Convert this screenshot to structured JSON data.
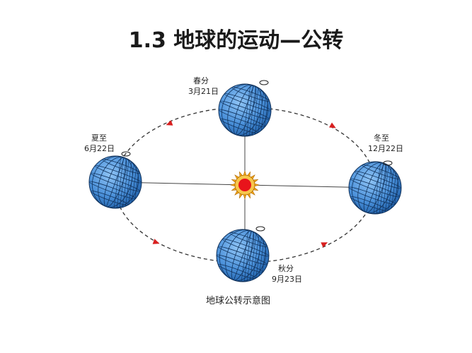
{
  "title": "1.3 地球的运动—公转",
  "caption": "地球公转示意图",
  "positions": {
    "spring": {
      "term": "春分",
      "date": "3月21日"
    },
    "summer": {
      "term": "夏至",
      "date": "6月22日"
    },
    "autumn": {
      "term": "秋分",
      "date": "9月23日"
    },
    "winter": {
      "term": "冬至",
      "date": "12月22日"
    }
  },
  "colors": {
    "globe_fill": "#4a90d9",
    "globe_dark": "#1f5fa8",
    "grid_line": "#10325c",
    "sun_core": "#e8141b",
    "sun_rays": "#f2a51a",
    "orbit_arrow": "#d81f1f"
  }
}
